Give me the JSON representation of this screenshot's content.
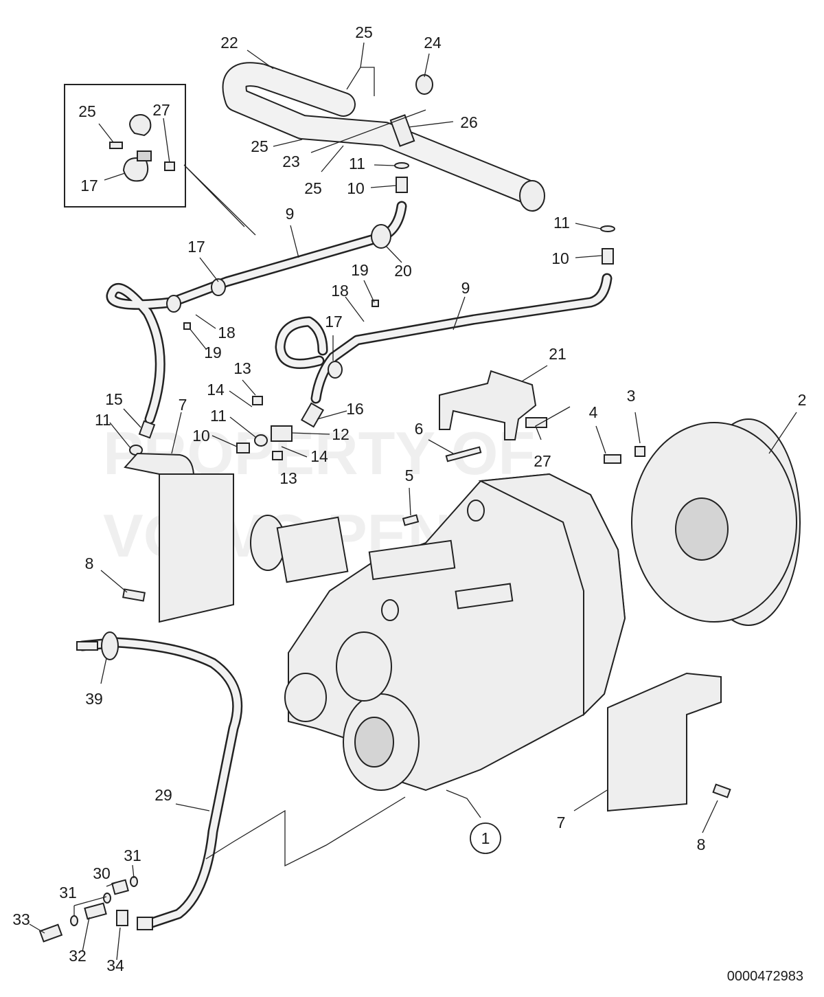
{
  "diagram": {
    "watermark_lines": [
      "PROPERTY OF",
      "VOLVO PENTA"
    ],
    "document_number": "0000472983",
    "callouts": [
      {
        "id": "c1",
        "label": "1",
        "circled": true
      },
      {
        "id": "c2",
        "label": "2"
      },
      {
        "id": "c3",
        "label": "3"
      },
      {
        "id": "c4",
        "label": "4"
      },
      {
        "id": "c5",
        "label": "5"
      },
      {
        "id": "c6",
        "label": "6"
      },
      {
        "id": "c7a",
        "label": "7"
      },
      {
        "id": "c7b",
        "label": "7"
      },
      {
        "id": "c8a",
        "label": "8"
      },
      {
        "id": "c8b",
        "label": "8"
      },
      {
        "id": "c9a",
        "label": "9"
      },
      {
        "id": "c9b",
        "label": "9"
      },
      {
        "id": "c10a",
        "label": "10"
      },
      {
        "id": "c10b",
        "label": "10"
      },
      {
        "id": "c10c",
        "label": "10"
      },
      {
        "id": "c11a",
        "label": "11"
      },
      {
        "id": "c11b",
        "label": "11"
      },
      {
        "id": "c11c",
        "label": "11"
      },
      {
        "id": "c11d",
        "label": "11"
      },
      {
        "id": "c12",
        "label": "12"
      },
      {
        "id": "c13a",
        "label": "13"
      },
      {
        "id": "c13b",
        "label": "13"
      },
      {
        "id": "c14a",
        "label": "14"
      },
      {
        "id": "c14b",
        "label": "14"
      },
      {
        "id": "c15",
        "label": "15"
      },
      {
        "id": "c16",
        "label": "16"
      },
      {
        "id": "c17a",
        "label": "17"
      },
      {
        "id": "c17b",
        "label": "17"
      },
      {
        "id": "c17c",
        "label": "17"
      },
      {
        "id": "c18a",
        "label": "18"
      },
      {
        "id": "c18b",
        "label": "18"
      },
      {
        "id": "c19a",
        "label": "19"
      },
      {
        "id": "c19b",
        "label": "19"
      },
      {
        "id": "c20",
        "label": "20"
      },
      {
        "id": "c21",
        "label": "21"
      },
      {
        "id": "c22",
        "label": "22"
      },
      {
        "id": "c23",
        "label": "23"
      },
      {
        "id": "c24",
        "label": "24"
      },
      {
        "id": "c25a",
        "label": "25"
      },
      {
        "id": "c25b",
        "label": "25"
      },
      {
        "id": "c25c",
        "label": "25"
      },
      {
        "id": "c25d",
        "label": "25"
      },
      {
        "id": "c26",
        "label": "26"
      },
      {
        "id": "c27a",
        "label": "27"
      },
      {
        "id": "c27b",
        "label": "27"
      },
      {
        "id": "c29",
        "label": "29"
      },
      {
        "id": "c30",
        "label": "30"
      },
      {
        "id": "c31a",
        "label": "31"
      },
      {
        "id": "c31b",
        "label": "31"
      },
      {
        "id": "c32",
        "label": "32"
      },
      {
        "id": "c33",
        "label": "33"
      },
      {
        "id": "c34",
        "label": "34"
      },
      {
        "id": "c39",
        "label": "39"
      }
    ]
  }
}
